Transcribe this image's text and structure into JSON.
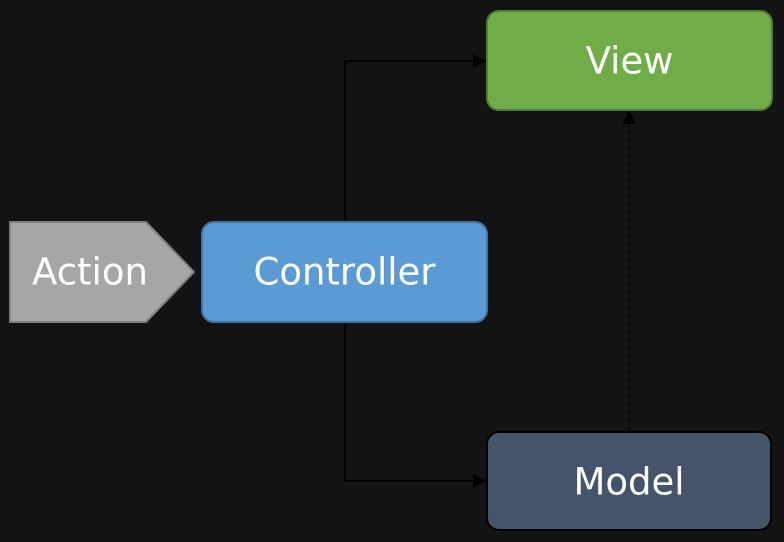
{
  "diagram": {
    "nodes": {
      "action": {
        "label": "Action",
        "fill": "#a6a6a6",
        "stroke": "#7f7f7f"
      },
      "controller": {
        "label": "Controller",
        "fill": "#5b9bd5",
        "stroke": "#41719c"
      },
      "view": {
        "label": "View",
        "fill": "#70ad47",
        "stroke": "#507e32"
      },
      "model": {
        "label": "Model",
        "fill": "#44546a",
        "stroke": "#000000"
      }
    },
    "edges": [
      {
        "from": "action",
        "to": "controller",
        "style": "adjacent"
      },
      {
        "from": "controller",
        "to": "view",
        "style": "solid"
      },
      {
        "from": "controller",
        "to": "model",
        "style": "solid"
      },
      {
        "from": "model",
        "to": "view",
        "style": "dashed"
      }
    ],
    "colors": {
      "background": "#131313",
      "connector": "#000000",
      "text": "#ffffff"
    }
  }
}
